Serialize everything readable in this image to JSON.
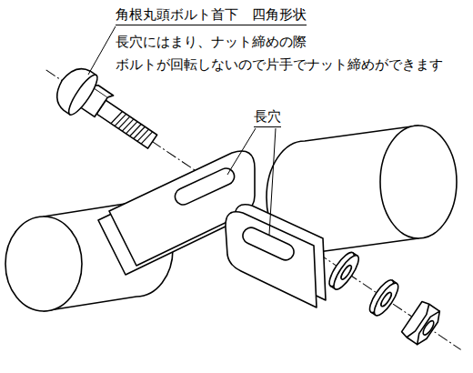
{
  "diagram": {
    "labels": [
      "角根丸頭ボルト首下　四角形状",
      "長穴にはまり、ナット締めの際 ボルトが回転しないので片手でナット締めができます",
      "長穴"
    ]
  }
}
